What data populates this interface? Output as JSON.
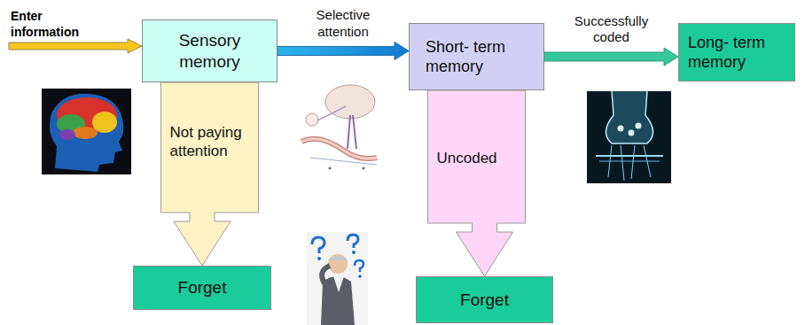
{
  "diagram": {
    "nodes": [
      {
        "text": [
          "Sensory memory"
        ]
      },
      {
        "text": [
          "Short- term memory"
        ]
      },
      {
        "text": [
          "Long- term memory"
        ]
      },
      {
        "text": [
          "Forget"
        ]
      },
      {
        "text": [
          "Forget"
        ]
      }
    ],
    "edges": [
      {
        "from": 0,
        "to": 1,
        "arrow": "to",
        "label": "Selective attention"
      },
      {
        "from": 1,
        "to": 2,
        "arrow": "to",
        "label": "Successfully coded"
      },
      {
        "from": 0,
        "to": 3,
        "arrow": "to",
        "label": "Not paying attention"
      },
      {
        "from": 1,
        "to": 4,
        "arrow": "to",
        "label": "Uncoded"
      }
    ],
    "labels": [
      "Enter information"
    ]
  }
}
